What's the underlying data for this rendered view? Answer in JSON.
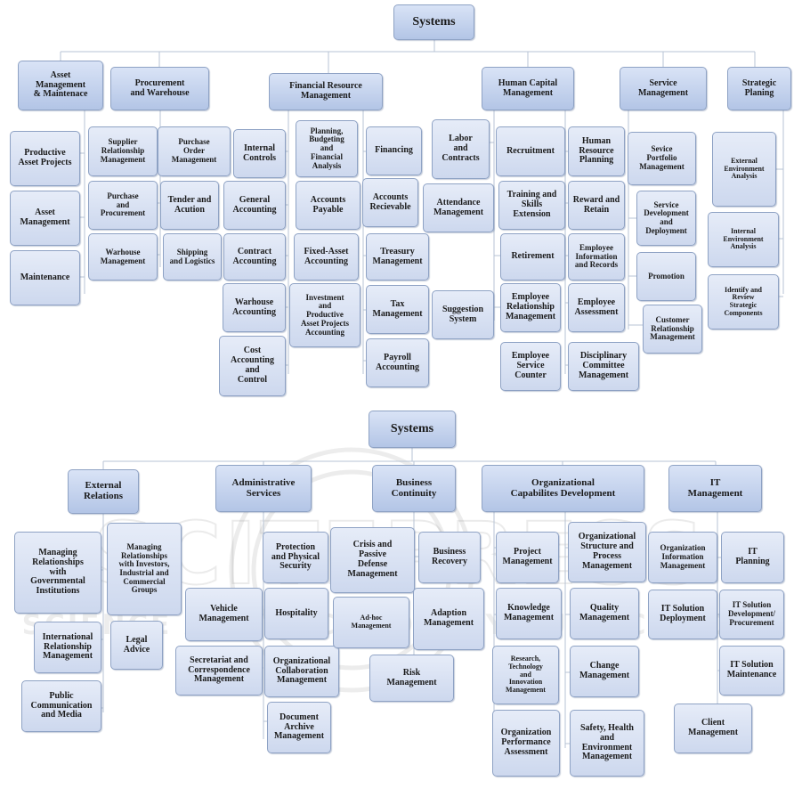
{
  "diagram_top": {
    "root": "Systems",
    "categories": [
      {
        "label": "Asset\nManagement\n& Maintenace",
        "children": [
          "Productive\nAsset Projects",
          "Asset\nManagement",
          "Maintenance"
        ]
      },
      {
        "label": "Procurement\nand Warehouse",
        "children": [
          "Supplier\nRelationship\nManagement",
          "Purchase\nOrder\nManagement",
          "Purchase\nand\nProcurement",
          "Tender and\nAcution",
          "Warhouse\nManagement",
          "Shipping\nand Logistics"
        ]
      },
      {
        "label": "Financial Resource\nManagement",
        "children": [
          "Internal\nControls",
          "Planning,\nBudgeting\nand\nFinancial\nAnalysis",
          "Financing",
          "General\nAccounting",
          "Accounts\nPayable",
          "Accounts\nRecievable",
          "Contract\nAccounting",
          "Fixed-Asset\nAccounting",
          "Treasury\nManagement",
          "Warhouse\nAccounting",
          "Investment\nand\nProductive\nAsset Projects\nAccounting",
          "Tax\nManagement",
          "Cost\nAccounting\nand\nControl",
          "Payroll\nAccounting"
        ]
      },
      {
        "label": "Human Capital\nManagement",
        "children": [
          "Labor\nand\nContracts",
          "Recruitment",
          "Human\nResource\nPlanning",
          "Attendance\nManagement",
          "Training and\nSkills\nExtension",
          "Reward and\nRetain",
          "Retirement",
          "Employee\nInformation\nand Records",
          "Suggestion\nSystem",
          "Employee\nRelationship\nManagement",
          "Employee\nAssessment",
          "Employee\nService\nCounter",
          "Disciplinary\nCommittee\nManagement"
        ]
      },
      {
        "label": "Service\nManagement",
        "children": [
          "Sevice\nPortfolio\nManagement",
          "Service\nDevelopment\nand\nDeployment",
          "Promotion",
          "Customer\nRelationship\nManagement"
        ]
      },
      {
        "label": "Strategic\nPlaning",
        "children": [
          "External\nEnvironment\nAnalysis",
          "Internal\nEnvironment\nAnalysis",
          "Identify and\nReview\nStrategic\nComponents"
        ]
      }
    ]
  },
  "diagram_bottom": {
    "root": "Systems",
    "categories": [
      {
        "label": "External\nRelations",
        "children": [
          "Managing\nRelationships\nwith\nGovernmental\nInstitutions",
          "Managing\nRelationships\nwith Investors,\nIndustrial and\nCommercial\nGroups",
          "International\nRelationship\nManagement",
          "Legal\nAdvice",
          "Public\nCommunication\nand Media"
        ]
      },
      {
        "label": "Administrative\nServices",
        "children": [
          "Protection\nand Physical\nSecurity",
          "Vehicle\nManagement",
          "Hospitality",
          "Secretariat and\nCorrespondence\nManagement",
          "Organizational\nCollaboration\nManagement",
          "Document\nArchive\nManagement"
        ]
      },
      {
        "label": "Business\nContinuity",
        "children": [
          "Crisis and\nPassive\nDefense\nManagement",
          "Business\nRecovery",
          "Ad-hoc\nManagement",
          "Adaption\nManagement",
          "Risk\nManagement"
        ]
      },
      {
        "label": "Organizational\nCapabilites Development",
        "children": [
          "Project\nManagement",
          "Organizational\nStructure and\nProcess\nManagement",
          "Knowledge\nManagement",
          "Quality\nManagement",
          "Research,\nTechnology\nand\nInnovation\nManagement",
          "Change\nManagement",
          "Organization\nPerformance\nAssessment",
          "Safety, Health\nand\nEnvironment\nManagement"
        ]
      },
      {
        "label": "IT\nManagement",
        "children": [
          "Organization\nInformation\nManagement",
          "IT\nPlanning",
          "IT Solution\nDeployment",
          "IT Solution\nDevelopment/\nProcurement",
          "IT Solution\nMaintenance",
          "Client\nManagement"
        ]
      }
    ]
  },
  "watermark": {
    "title": "SCITEPRESS",
    "subtitle": "SCIENCE AND TECHNOLOGY PUBLICATIONS"
  },
  "colors": {
    "box_fill": "#d3ddf1",
    "box_border": "#8ea2c4",
    "connector": "#b7c3d4"
  }
}
